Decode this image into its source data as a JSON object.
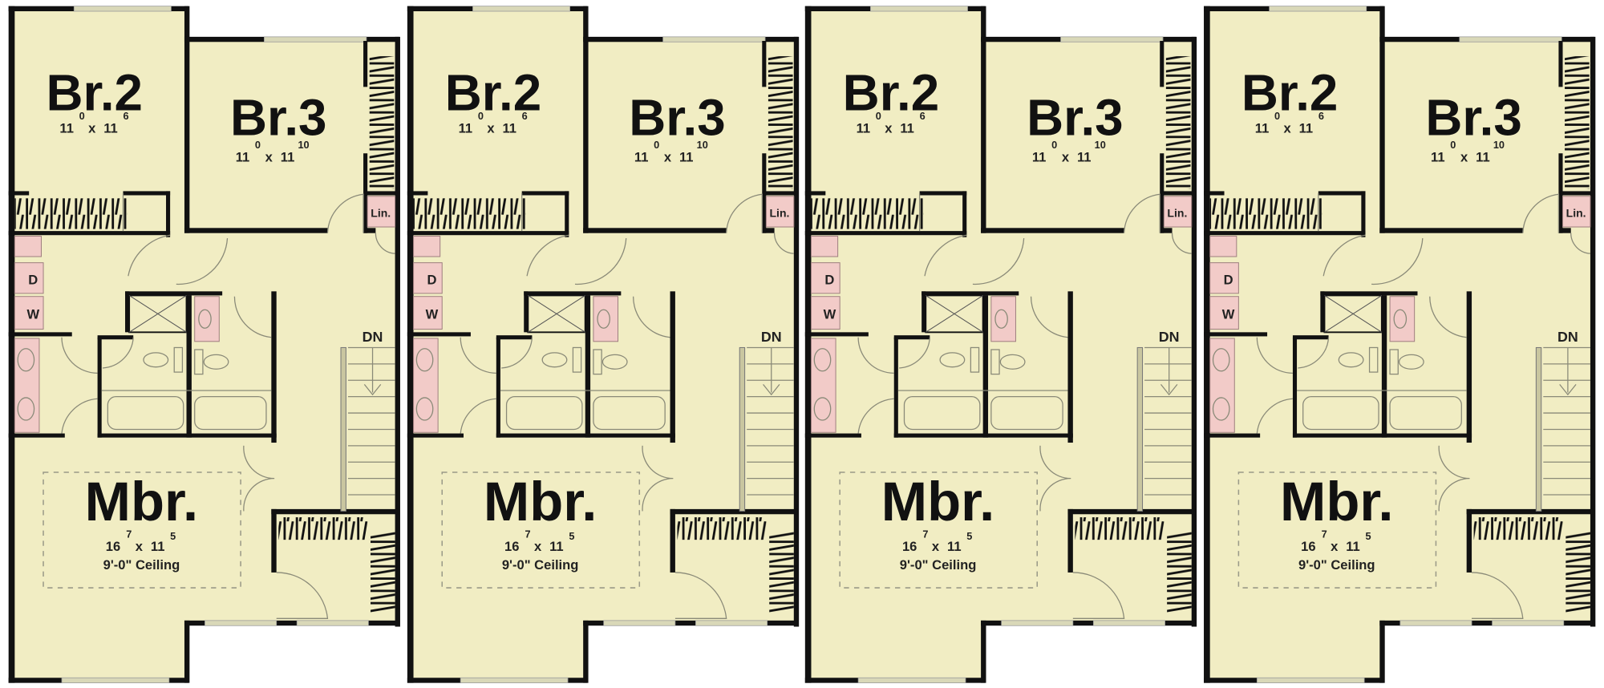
{
  "plan": {
    "colors": {
      "floor": "#f1edc3",
      "wall": "#111111",
      "fixture": "#f2cbc8",
      "background": "#ffffff"
    },
    "units": [
      {
        "br2": {
          "name": "Br.2",
          "w": "11",
          "w_in": "0",
          "x": "x",
          "h": "11",
          "h_in": "6"
        },
        "br3": {
          "name": "Br.3",
          "w": "11",
          "w_in": "0",
          "x": "x",
          "h": "11",
          "h_in": "10"
        },
        "mbr": {
          "name": "Mbr.",
          "w": "16",
          "w_in": "7",
          "x": "x",
          "h": "11",
          "h_in": "5",
          "ceiling": "9'-0\" Ceiling"
        },
        "linen": "Lin.",
        "dryer": "D",
        "washer": "W",
        "stairs": "DN"
      },
      {
        "br2": {
          "name": "Br.2",
          "w": "11",
          "w_in": "0",
          "x": "x",
          "h": "11",
          "h_in": "6"
        },
        "br3": {
          "name": "Br.3",
          "w": "11",
          "w_in": "0",
          "x": "x",
          "h": "11",
          "h_in": "10"
        },
        "mbr": {
          "name": "Mbr.",
          "w": "16",
          "w_in": "7",
          "x": "x",
          "h": "11",
          "h_in": "5",
          "ceiling": "9'-0\" Ceiling"
        },
        "linen": "Lin.",
        "dryer": "D",
        "washer": "W",
        "stairs": "DN"
      },
      {
        "br2": {
          "name": "Br.2",
          "w": "11",
          "w_in": "0",
          "x": "x",
          "h": "11",
          "h_in": "6"
        },
        "br3": {
          "name": "Br.3",
          "w": "11",
          "w_in": "0",
          "x": "x",
          "h": "11",
          "h_in": "10"
        },
        "mbr": {
          "name": "Mbr.",
          "w": "16",
          "w_in": "7",
          "x": "x",
          "h": "11",
          "h_in": "5",
          "ceiling": "9'-0\" Ceiling"
        },
        "linen": "Lin.",
        "dryer": "D",
        "washer": "W",
        "stairs": "DN"
      },
      {
        "br2": {
          "name": "Br.2",
          "w": "11",
          "w_in": "0",
          "x": "x",
          "h": "11",
          "h_in": "6"
        },
        "br3": {
          "name": "Br.3",
          "w": "11",
          "w_in": "0",
          "x": "x",
          "h": "11",
          "h_in": "10"
        },
        "mbr": {
          "name": "Mbr.",
          "w": "16",
          "w_in": "7",
          "x": "x",
          "h": "11",
          "h_in": "5",
          "ceiling": "9'-0\" Ceiling"
        },
        "linen": "Lin.",
        "dryer": "D",
        "washer": "W",
        "stairs": "DN"
      }
    ]
  }
}
